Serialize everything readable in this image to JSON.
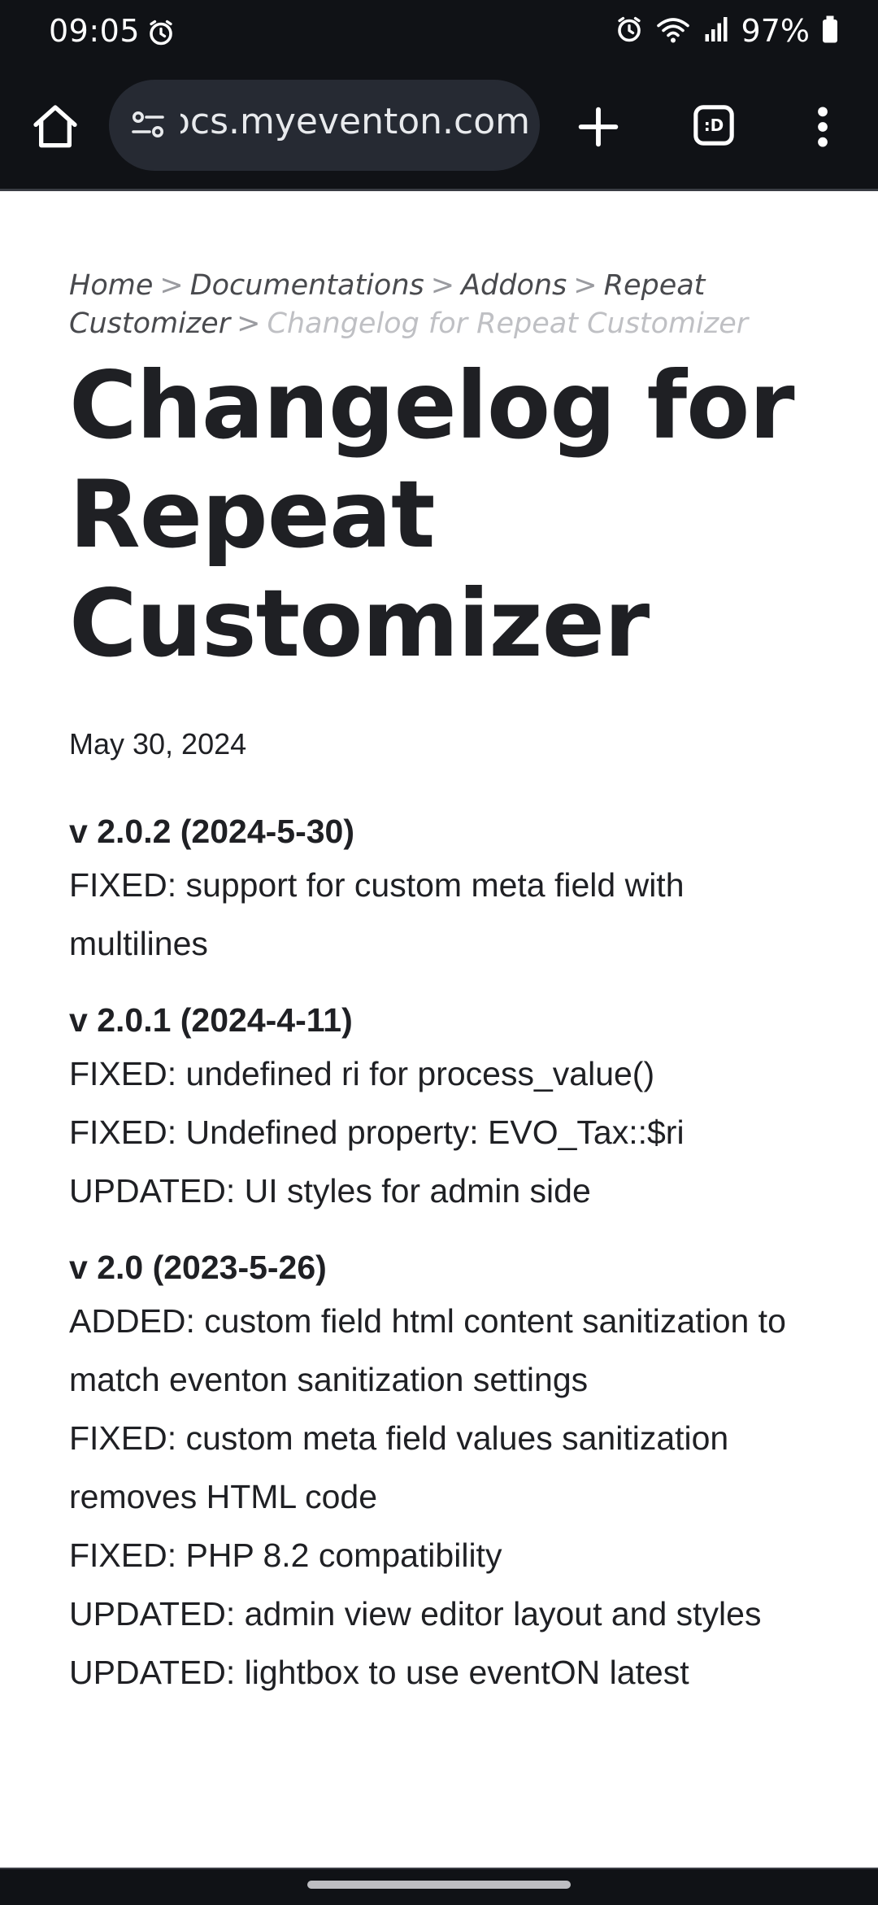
{
  "status_bar": {
    "time": "09:05",
    "battery": "97%",
    "icons": [
      "alarm-icon",
      "wifi-icon",
      "signal-icon",
      "battery-icon"
    ]
  },
  "toolbar": {
    "url": "docs.myeventon.com",
    "icons": [
      "home-icon",
      "site-settings-icon",
      "plus-icon",
      "tabs-icon",
      "more-vertical-icon"
    ],
    "tabs_label": ":D"
  },
  "breadcrumb": {
    "items": [
      "Home",
      "Documentations",
      "Addons",
      "Repeat Customizer"
    ],
    "separator": ">",
    "current": "Changelog for Repeat Customizer"
  },
  "page": {
    "title": "Changelog for Repeat Customizer",
    "date": "May 30, 2024"
  },
  "changelog": [
    {
      "version": "v 2.0.2 (2024-5-30)",
      "items": [
        "FIXED: support for custom meta field with multilines"
      ]
    },
    {
      "version": "v 2.0.1 (2024-4-11)",
      "items": [
        "FIXED: undefined ri for process_value()",
        "FIXED: Undefined property: EVO_Tax::$ri",
        "UPDATED: UI styles for admin side"
      ]
    },
    {
      "version": "v 2.0 (2023-5-26)",
      "items": [
        "ADDED: custom field html content sanitization to match eventon sanitization settings",
        "FIXED: custom meta field values sanitization removes HTML code",
        "FIXED: PHP 8.2 compatibility",
        "UPDATED: admin view editor layout and styles",
        "UPDATED: lightbox to use eventON latest"
      ]
    }
  ]
}
